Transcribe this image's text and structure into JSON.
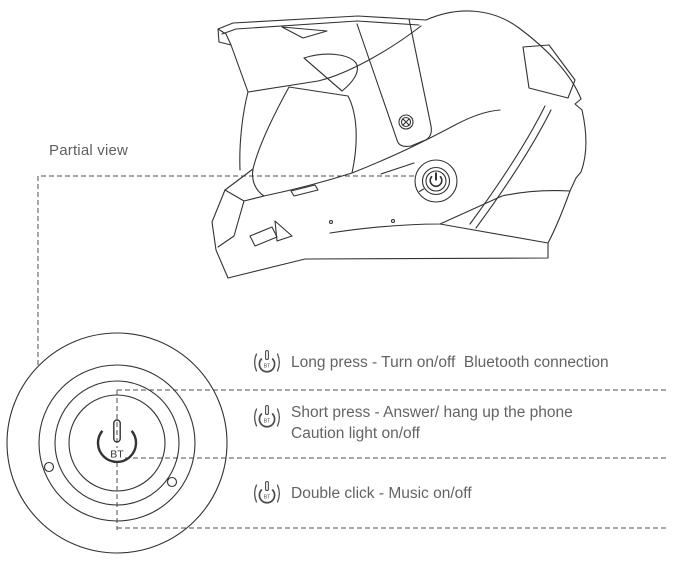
{
  "page": {
    "background": "#ffffff"
  },
  "colors": {
    "line": "#333333",
    "dash": "#4f4f4f",
    "text": "#5f5f5f"
  },
  "partial_view": {
    "label": "Partial view"
  },
  "icons": {
    "instruction_icon": "bt-power-button-icon",
    "helmet_button": "power-button-icon",
    "visor_screw": "screw-icon"
  },
  "button_detail": {
    "bt_label": "BT"
  },
  "instructions": {
    "items": [
      {
        "icon": "bt-power-button-icon",
        "bt_label": "BT",
        "lines": [
          "Long press - Turn on/off  Bluetooth connection"
        ]
      },
      {
        "icon": "bt-power-button-icon",
        "bt_label": "BT",
        "lines": [
          "Short press - Answer/ hang up the phone",
          "Caution light on/off"
        ]
      },
      {
        "icon": "bt-power-button-icon",
        "bt_label": "BT",
        "lines": [
          "Double click - Music on/off"
        ]
      }
    ]
  }
}
